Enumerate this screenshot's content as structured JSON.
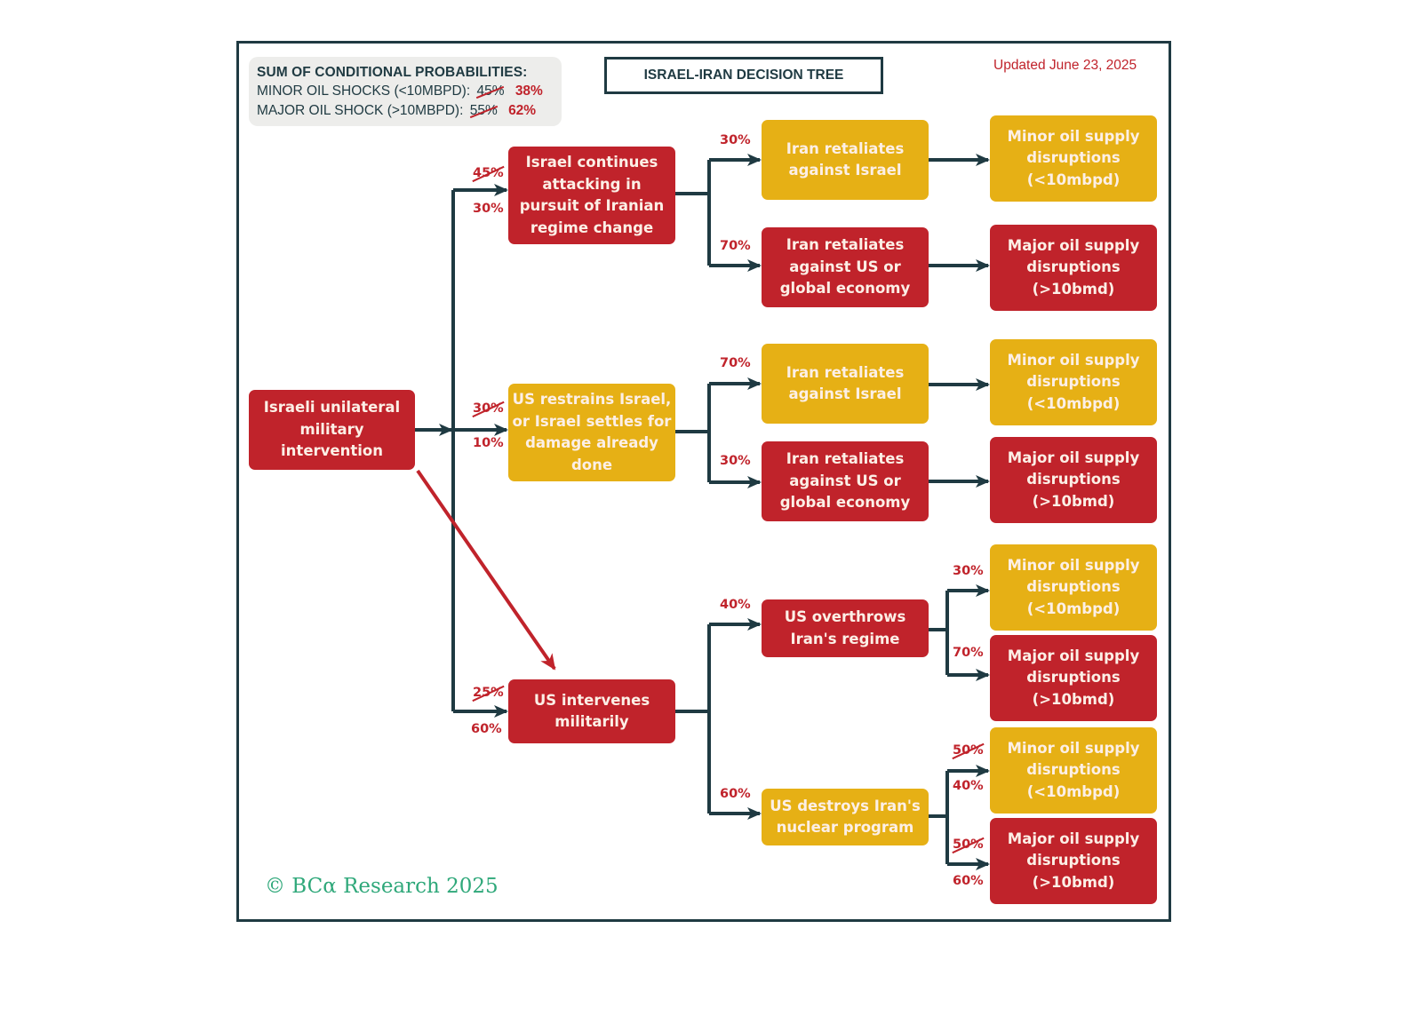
{
  "summary": {
    "heading": "SUM OF CONDITIONAL PROBABILITIES:",
    "rows": [
      {
        "label": "MINOR OIL SHOCKS (<10MBPD):",
        "old": "45%",
        "new": "38%"
      },
      {
        "label": "MAJOR OIL SHOCK (>10MBPD):",
        "old": "55%",
        "new": "62%"
      }
    ]
  },
  "title": "ISRAEL-IRAN DECISION TREE",
  "updated": "Updated June 23, 2025",
  "colors": {
    "red": "#c0232b",
    "yellow": "#e6b015",
    "dark": "#1f3a42",
    "footer": "#2fa87a"
  },
  "nodes": {
    "root": "Israeli unilateral military intervention",
    "b1": "Israel continues attacking in pursuit of Iranian regime change",
    "b2": "US restrains Israel, or Israel settles for damage already done",
    "b3": "US intervenes militarily",
    "b1a": "Iran retaliates against Israel",
    "b1b": "Iran retaliates against US or global economy",
    "b2a": "Iran retaliates against Israel",
    "b2b": "Iran retaliates against US or global economy",
    "b3a": "US overthrows Iran's regime",
    "b3b": "US destroys Iran's nuclear program",
    "o1": "Minor oil supply disruptions (<10mbpd)",
    "o2": "Major oil supply disruptions (>10bmd)",
    "o3": "Minor oil supply disruptions (<10mbpd)",
    "o4": "Major oil supply disruptions (>10bmd)",
    "o5": "Minor oil supply disruptions (<10mbpd)",
    "o6": "Major oil supply disruptions (>10bmd)",
    "o7": "Minor oil supply disruptions (<10mbpd)",
    "o8": "Major oil supply disruptions (>10bmd)"
  },
  "probabilities": {
    "b1": {
      "old": "45%",
      "new": "30%"
    },
    "b2": {
      "old": "30%",
      "new": "10%"
    },
    "b3": {
      "old": "25%",
      "new": "60%"
    },
    "b1a": "30%",
    "b1b": "70%",
    "b2a": "70%",
    "b2b": "30%",
    "b3a": "40%",
    "b3b": "60%",
    "o5": "30%",
    "o6": "70%",
    "o7": {
      "old": "50%",
      "new": "40%"
    },
    "o8": {
      "old": "50%",
      "new": "60%"
    }
  },
  "footer": "© BCα Research 2025"
}
